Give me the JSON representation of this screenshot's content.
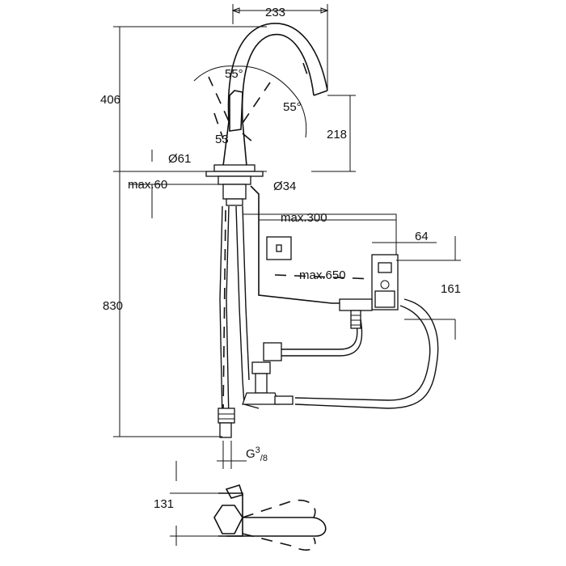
{
  "dimensions": {
    "spout_reach": "233",
    "total_height": "406",
    "angle_left": "55°",
    "angle_right": "55°",
    "lever_height": "53",
    "spout_height": "218",
    "base_diameter": "Ø61",
    "hole_diameter": "Ø34",
    "deck_thickness": "max.60",
    "control_distance": "max.300",
    "box_width": "64",
    "sensor_distance": "max.650",
    "box_height": "161",
    "hose_length": "830",
    "thread_main": "G",
    "thread_sup": "3",
    "thread_sub": "/8",
    "top_view_depth": "131"
  }
}
